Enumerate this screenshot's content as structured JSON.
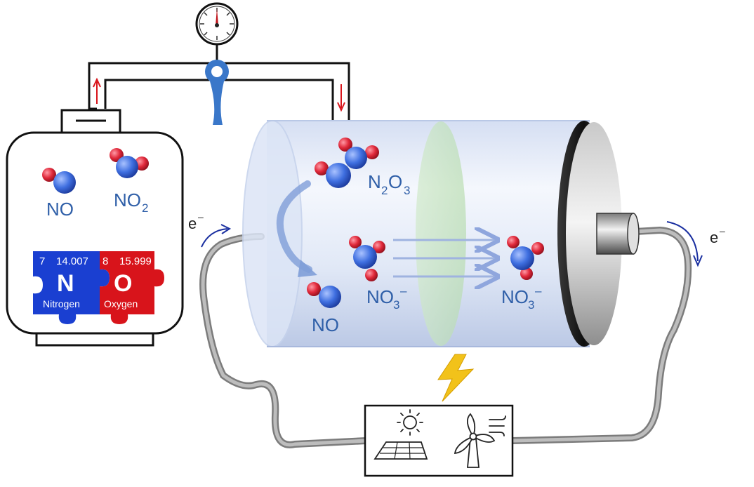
{
  "tank": {
    "molecule_1": "NO",
    "molecule_2_base": "NO",
    "molecule_2_sub": "2",
    "element_tiles": [
      {
        "number": "7",
        "mass": "14.007",
        "symbol": "N",
        "name": "Nitrogen",
        "color": "#1a3fd1"
      },
      {
        "number": "8",
        "mass": "15.999",
        "symbol": "O",
        "name": "Oxygen",
        "color": "#d8141b"
      }
    ]
  },
  "cell": {
    "n2o3": {
      "n": "N",
      "sub1": "2",
      "o": "O",
      "sub2": "3"
    },
    "nitrate_left": {
      "base": "NO",
      "sub": "3",
      "sup": "–"
    },
    "nitrate_right": {
      "base": "NO",
      "sub": "3",
      "sup": "–"
    },
    "no_product": "NO"
  },
  "electrons": {
    "left": {
      "base": "e",
      "sup": "–"
    },
    "right": {
      "base": "e",
      "sup": "–"
    }
  },
  "colors": {
    "nitrogen_atom": "#3f6fe0",
    "oxygen_atom": "#e0283a",
    "label_blue": "#2f5fa8",
    "pipe_blue": "#3a77c9",
    "flow_arrow": "#d8141b",
    "electron_arrow": "#1a2fa0",
    "wire_gray": "#9a9a9a",
    "lightning": "#f2c21a"
  }
}
